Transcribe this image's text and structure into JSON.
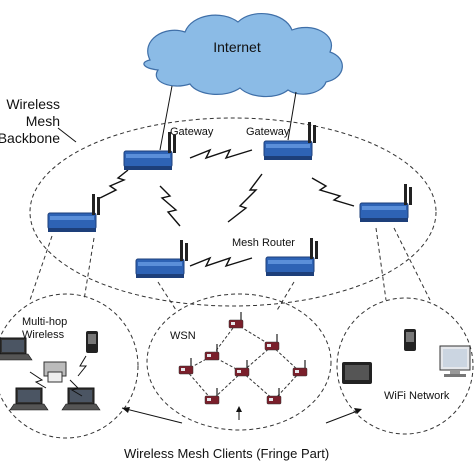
{
  "cloud": {
    "label": "Internet"
  },
  "backbone": {
    "label_lines": [
      "Wireless",
      "Mesh",
      "Backbone"
    ]
  },
  "labels": {
    "gateway_left": "Gateway",
    "gateway_right": "Gateway",
    "mesh_router": "Mesh Router",
    "multihop": "Multi-hop Wireless",
    "wsn": "WSN",
    "wifi": "WiFi Network",
    "clients": "Wireless Mesh Clients (Fringe Part)"
  },
  "colors": {
    "cloud": "#8bbbe6",
    "cloud_stroke": "#3f6fa8",
    "router_body": "#2e63b5",
    "router_dark": "#1d3f7a",
    "antenna": "#222222",
    "laptop": "#333333",
    "sensor": "#7a1f2b",
    "dash": "#333333"
  }
}
